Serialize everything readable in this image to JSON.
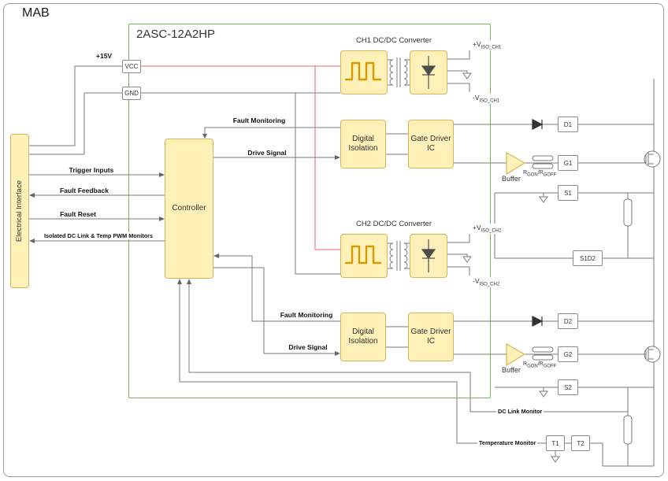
{
  "colors": {
    "box_fill": "#FFF1B8",
    "box_stroke": "#D6B656",
    "module_stroke": "#7CB45C",
    "wire": "#7a7a7a",
    "power_wire": "#E06666",
    "outer_stroke": "#9e9e9e",
    "winding_stroke": "#D79B00"
  },
  "header": {
    "board_label": "MAB",
    "module_label": "2ASC-12A2HP"
  },
  "interface": {
    "label": "Electrical Interface"
  },
  "power": {
    "v15": "+15V",
    "vcc": "VCC",
    "gnd": "GND"
  },
  "controller": {
    "label": "Controller"
  },
  "left_signals": {
    "trigger": "Trigger Inputs",
    "fault_feedback": "Fault Feedback",
    "fault_reset": "Fault Reset",
    "monitors": "Isolated DC Link & Temp PWM Monitors"
  },
  "ch1": {
    "converter_title": "CH1 DC/DC Converter",
    "vpos": "+V",
    "vpos_sub": "ISO_CH1",
    "vneg": "-V",
    "vneg_sub": "ISO_CH1",
    "fault_label": "Fault Monitoring",
    "drive_label": "Drive Signal",
    "isolation_label": "Digital Isolation",
    "gate_driver_label": "Gate Driver IC",
    "buffer_label": "Buffer",
    "r1": "R",
    "r1_sub": "GON",
    "r2": "/R",
    "r2_sub": "GOFF"
  },
  "ch2": {
    "converter_title": "CH2 DC/DC Converter",
    "vpos": "+V",
    "vpos_sub": "ISO_CH2",
    "vneg": "-V",
    "vneg_sub": "ISO_CH2",
    "fault_label": "Fault Monitoring",
    "drive_label": "Drive Signal",
    "isolation_label": "Digital Isolation",
    "gate_driver_label": "Gate Driver IC",
    "buffer_label": "Buffer",
    "r1": "R",
    "r1_sub": "GON",
    "r2": "/R",
    "r2_sub": "GOFF"
  },
  "terminals": {
    "d1": "D1",
    "g1": "G1",
    "s1": "S1",
    "s1d2": "S1D2",
    "d2": "D2",
    "g2": "G2",
    "s2": "S2",
    "t1": "T1",
    "t2": "T2"
  },
  "monitors": {
    "dc_link": "DC Link Monitor",
    "temperature": "Temperature Monitor"
  }
}
